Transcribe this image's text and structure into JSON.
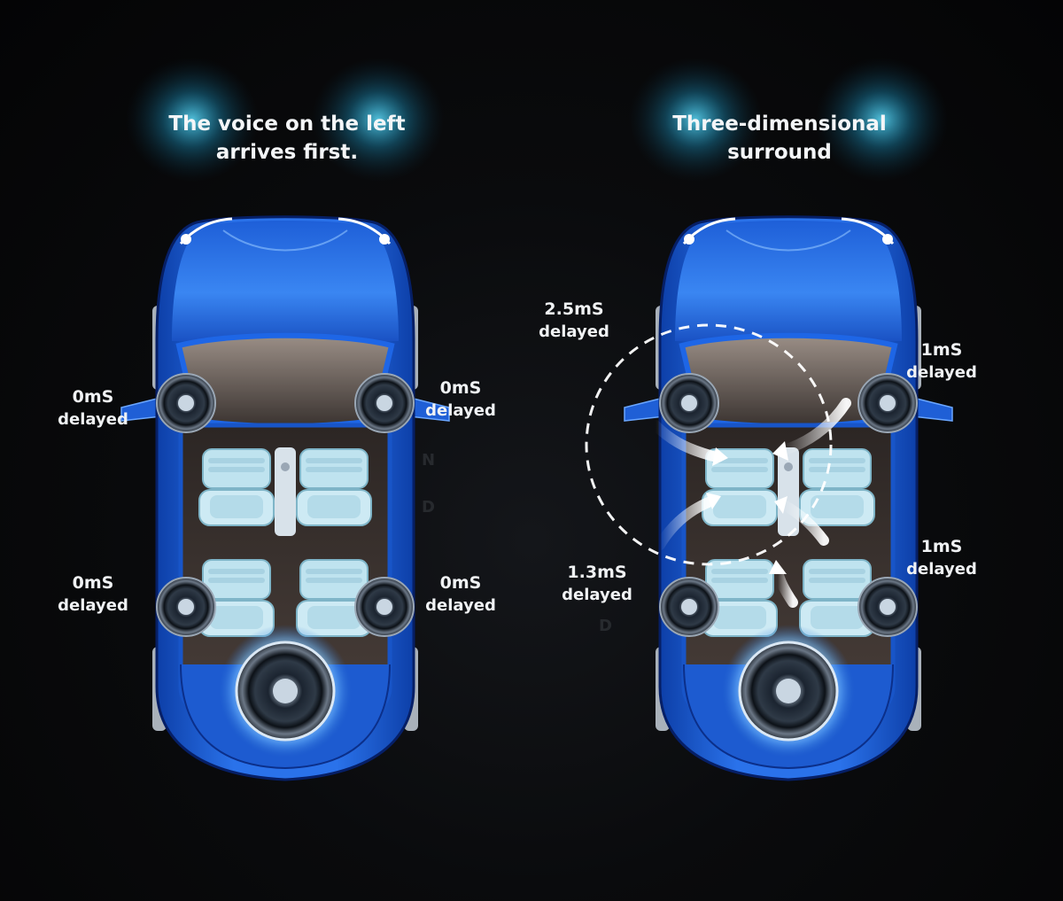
{
  "panels": [
    {
      "title": "The voice on the left\narrives first.",
      "labels": [
        {
          "value": "0",
          "unit": "mS",
          "text": "delayed"
        },
        {
          "value": "0",
          "unit": "mS",
          "text": "delayed"
        },
        {
          "value": "0",
          "unit": "mS",
          "text": "delayed"
        },
        {
          "value": "0",
          "unit": "mS",
          "text": "delayed"
        }
      ]
    },
    {
      "title": "Three-dimensional\nsurround",
      "labels": [
        {
          "value": "2.5",
          "unit": "mS",
          "text": "delayed"
        },
        {
          "value": "1",
          "unit": "mS",
          "text": "delayed"
        },
        {
          "value": "1.3",
          "unit": "mS",
          "text": "delayed"
        },
        {
          "value": "1",
          "unit": "mS",
          "text": "delayed"
        }
      ]
    }
  ],
  "colors": {
    "car_body": "#1f5fd6",
    "car_dark": "#0b2f8a",
    "seat": "#bfe3ef",
    "headlight_glow": "#3fd0ff"
  }
}
